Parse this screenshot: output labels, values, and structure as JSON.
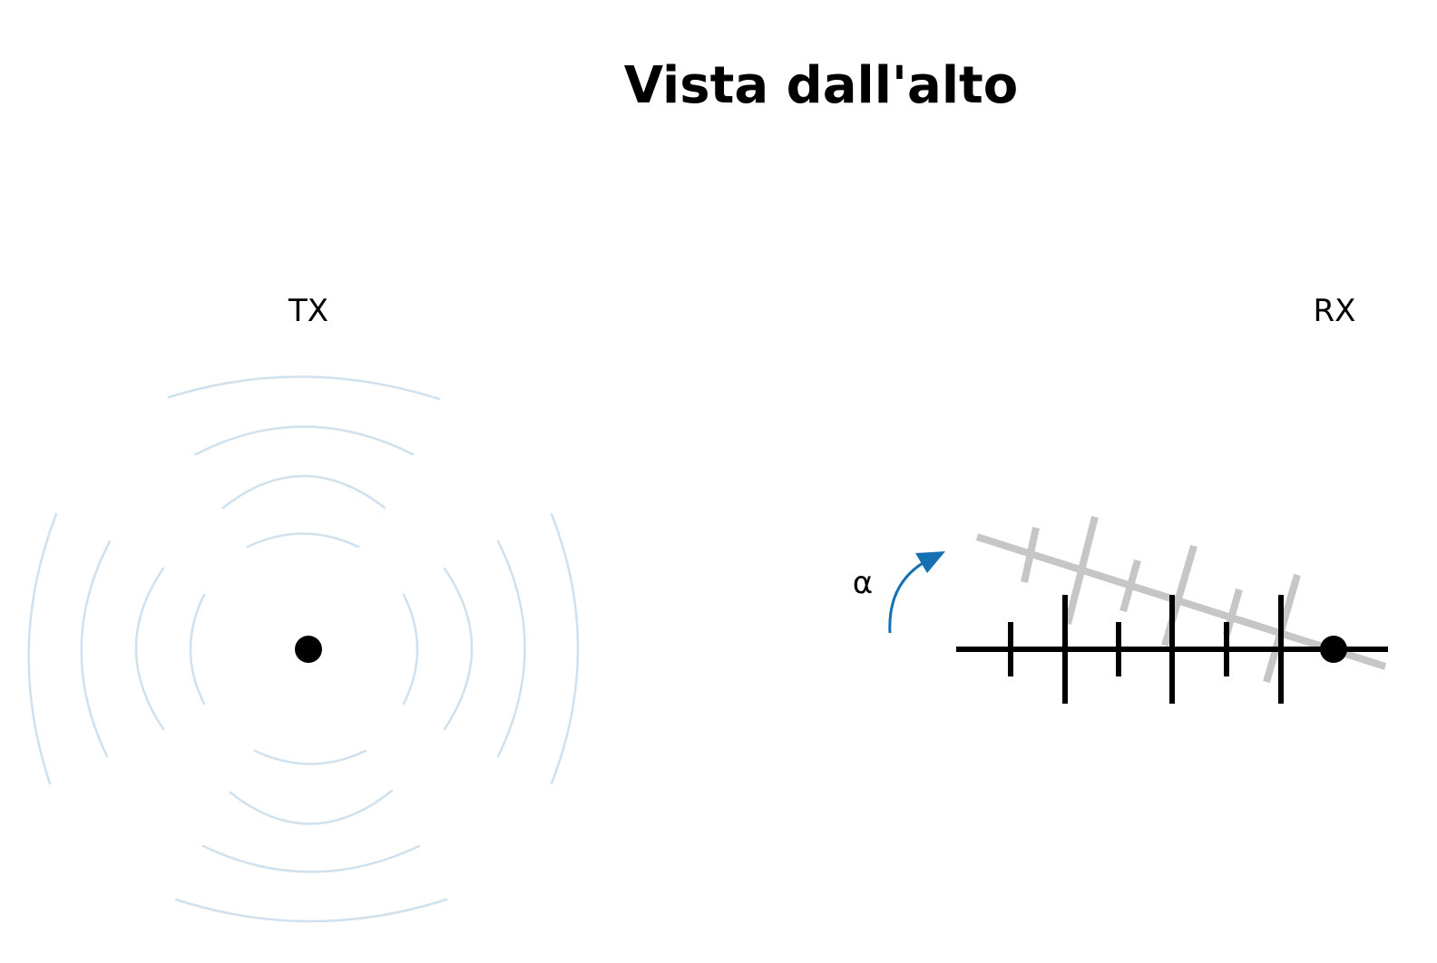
{
  "title": "Vista dall'alto",
  "transmitter": {
    "label": "TX"
  },
  "receiver": {
    "label": "RX"
  },
  "rotation": {
    "label": "α"
  },
  "colors": {
    "text": "#000000",
    "waves": "#cfe1ee",
    "antenna": "#000000",
    "antenna_rotated": "#c6c6c6",
    "rotation_arrow": "#1570b3"
  }
}
